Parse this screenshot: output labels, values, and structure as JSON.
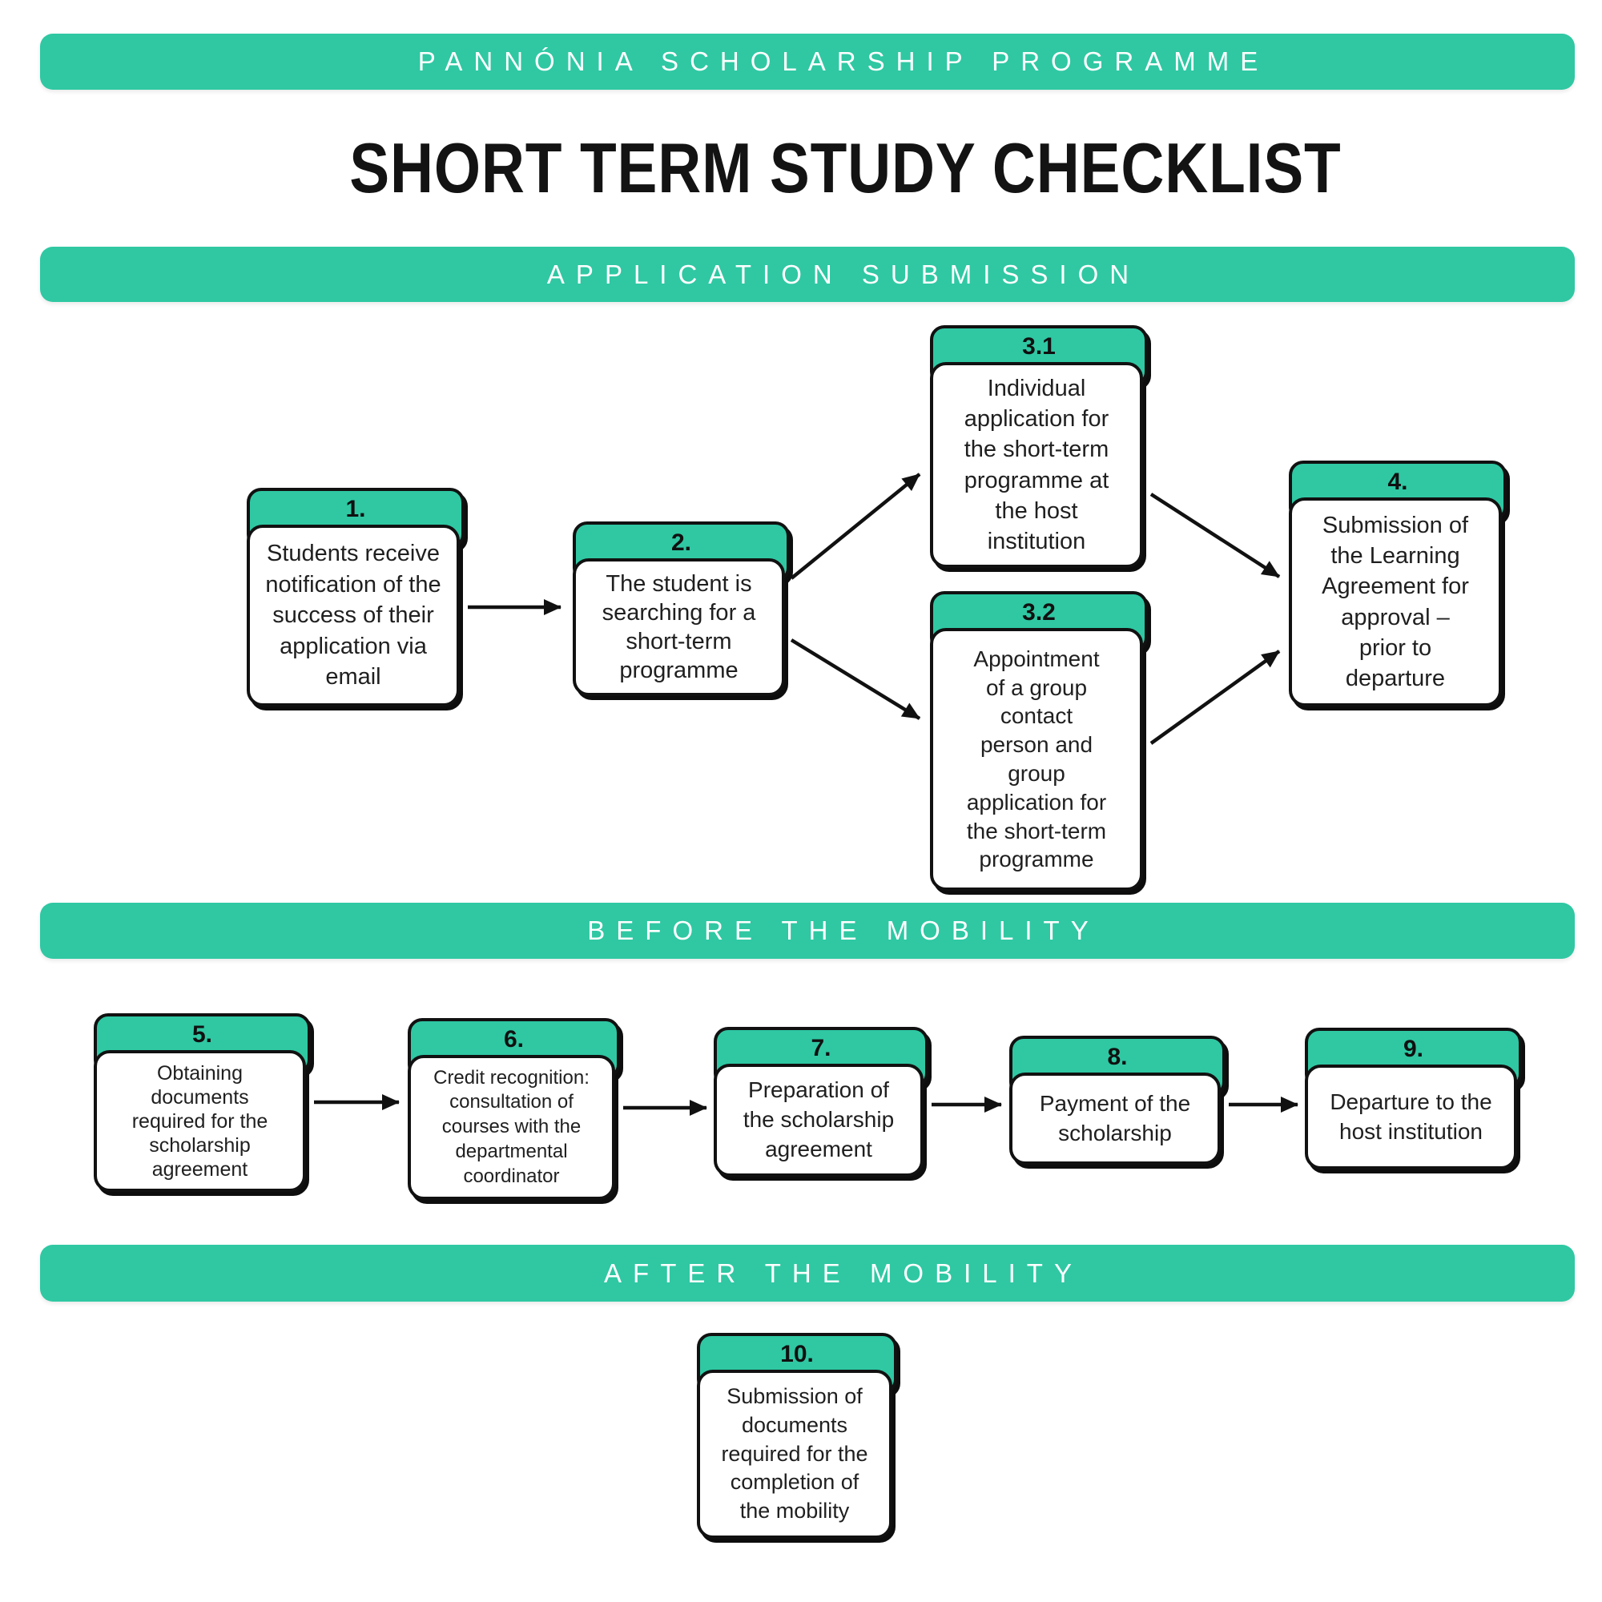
{
  "colors": {
    "accent": "#2FC8A3",
    "outline": "#111111",
    "banner_text": "#FFFFFF"
  },
  "header": {
    "banner_label": "PANNÓNIA SCHOLARSHIP PROGRAMME",
    "title": "SHORT TERM STUDY CHECKLIST"
  },
  "sections": [
    {
      "label": "APPLICATION SUBMISSION",
      "steps": [
        {
          "number": "1.",
          "text": "Students receive\nnotification of the\nsuccess of their\napplication via\nemail"
        },
        {
          "number": "2.",
          "text": "The student is\nsearching for a\nshort-term\nprogramme"
        },
        {
          "number": "3.1",
          "text": "Individual\napplication for\nthe short-term\nprogramme at\nthe host\ninstitution"
        },
        {
          "number": "3.2",
          "text": "Appointment\nof a group\ncontact\nperson and\ngroup\napplication for\nthe short-term\nprogramme"
        },
        {
          "number": "4.",
          "text": "Submission of\nthe Learning\nAgreement for\napproval –\nprior to\ndeparture"
        }
      ]
    },
    {
      "label": "BEFORE THE MOBILITY",
      "steps": [
        {
          "number": "5.",
          "text": "Obtaining\ndocuments\nrequired for the\nscholarship\nagreement"
        },
        {
          "number": "6.",
          "text": "Credit recognition:\nconsultation of\ncourses with the\ndepartmental\ncoordinator"
        },
        {
          "number": "7.",
          "text": "Preparation of\nthe scholarship\nagreement"
        },
        {
          "number": "8.",
          "text": "Payment of the\nscholarship"
        },
        {
          "number": "9.",
          "text": "Departure to the\nhost institution"
        }
      ]
    },
    {
      "label": "AFTER THE MOBILITY",
      "steps": [
        {
          "number": "10.",
          "text": "Submission of\ndocuments\nrequired for the\ncompletion of\nthe mobility"
        }
      ]
    }
  ]
}
